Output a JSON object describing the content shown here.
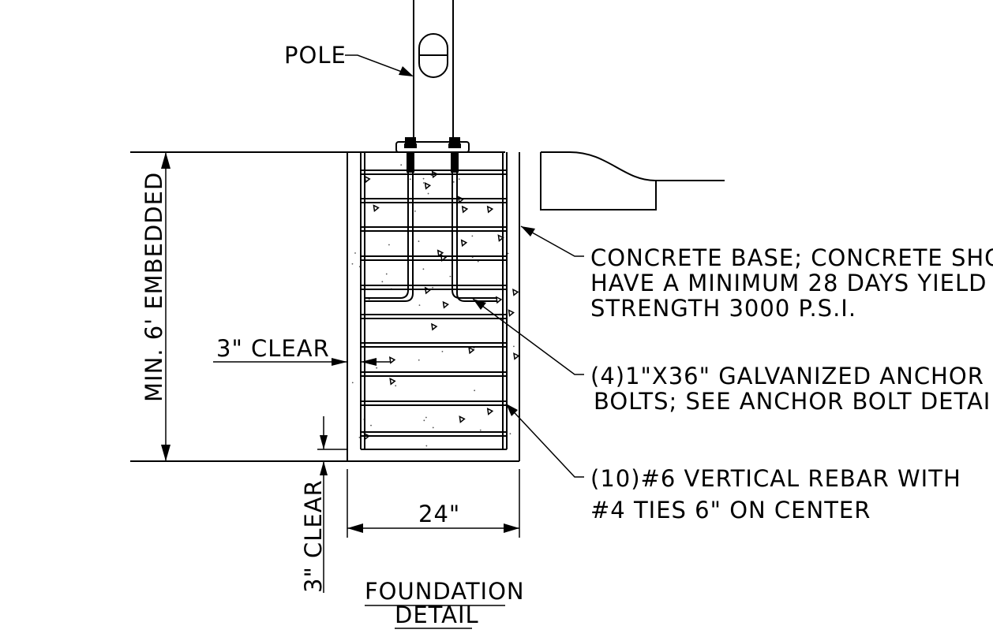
{
  "drawing": {
    "title_line1": "FOUNDATION",
    "title_line2": "DETAIL",
    "labels": {
      "pole": "POLE",
      "concrete_line1": "CONCRETE BASE; CONCRETE SHOULD",
      "concrete_line2": "HAVE A MINIMUM 28 DAYS YIELD",
      "concrete_line3": "STRENGTH 3000 P.S.I.",
      "anchor_line1": "(4)1\"X36\" GALVANIZED ANCHOR",
      "anchor_line2": "BOLTS; SEE ANCHOR BOLT DETAIL",
      "rebar_line1": "(10)#6 VERTICAL REBAR WITH",
      "rebar_line2": "#4 TIES 6\" ON CENTER"
    },
    "dimensions": {
      "embedded": "MIN. 6' EMBEDDED",
      "side_clear": "3\" CLEAR",
      "bottom_clear": "3\" CLEAR",
      "width": "24\""
    }
  }
}
